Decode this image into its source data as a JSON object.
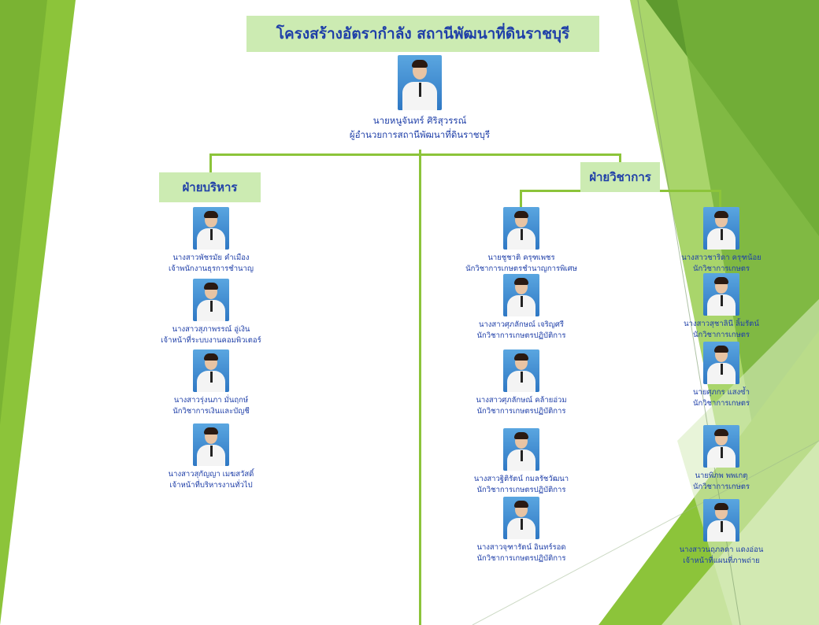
{
  "title": "โครงสร้างอัตรากำลัง สถานีพัฒนาที่ดินราชบุรี",
  "director": {
    "name": "นายหนูจันทร์  ศิริสุวรรณ์",
    "position": "ผู้อำนวยการสถานีพัฒนาที่ดินราชบุรี"
  },
  "admin_dept": {
    "label": "ฝ่ายบริหาร",
    "members": [
      {
        "name": "นางสาวพัชรมัย คำเมือง",
        "position": "เจ้าพนักงานธุรการชำนาญ"
      },
      {
        "name": "นางสาวสุภาพรรณ์ อู่เงิน",
        "position": "เจ้าหน้าที่ระบบงานคอมพิวเตอร์"
      },
      {
        "name": "นางสาวรุ่งนภา  มั่นฤกษ์",
        "position": "นักวิชาการเงินและบัญชี"
      },
      {
        "name": "นางสาวสุกัญญา  เมฆสวัสดิ์",
        "position": "เจ้าหน้าที่บริหารงานทั่วไป"
      }
    ]
  },
  "tech_dept": {
    "label": "ฝ่ายวิชาการ",
    "column_left": [
      {
        "name": "นายชูชาติ  ครุฑเพชร",
        "position": "นักวิชาการเกษตรชำนาญการพิเศษ"
      },
      {
        "name": "นางสาวศุภลักษณ์ เจริญศรี",
        "position": "นักวิชาการเกษตรปฏิบัติการ"
      },
      {
        "name": "นางสาวศุภลักษณ์ คล้ายอ่วม",
        "position": "นักวิชาการเกษตรปฏิบัติการ"
      },
      {
        "name": "นางสาวฐิติรัตน์ กมลรัชวัฒนา",
        "position": "นักวิชาการเกษตรปฏิบัติการ"
      },
      {
        "name": "นางสาวจุฑารัตน์ อินทร์รอด",
        "position": "นักวิชาการเกษตรปฏิบัติการ"
      }
    ],
    "column_right": [
      {
        "name": "นางสาวชาริดา ครุฑน้อย",
        "position": "นักวิชาการเกษตร"
      },
      {
        "name": "นางสาวสุชาลินี ลิ้มรัตน์",
        "position": "นักวิชาการเกษตร"
      },
      {
        "name": "นายศุภกร  แสงซ้ำ",
        "position": "นักวิชาการเกษตร"
      },
      {
        "name": "นายพิภพ พพเกตุ",
        "position": "นักวิชาการเกษตร"
      },
      {
        "name": "นางสาวนฤภลดา แดงอ่อน",
        "position": "เจ้าหน้าที่แผนที่ภาพถ่าย"
      }
    ]
  },
  "colors": {
    "title_bg": "#ccebb2",
    "text": "#1f3fa8",
    "connector": "#8cc43a",
    "bg_green_light": "#a9d56b",
    "bg_green_dark": "#5e9a2e"
  }
}
